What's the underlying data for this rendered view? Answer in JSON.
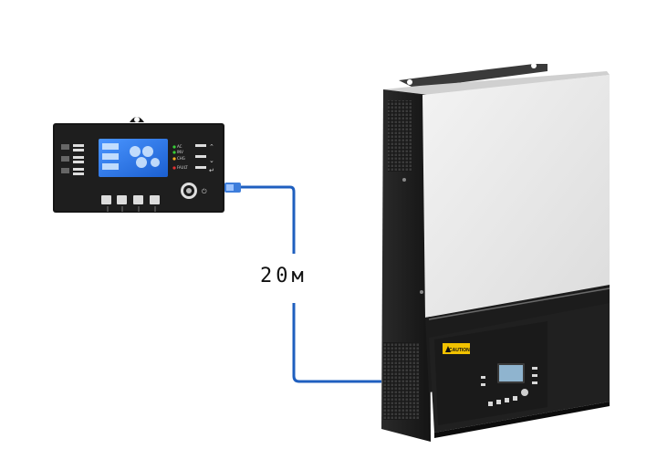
{
  "cable": {
    "length_label": "20м",
    "color": "#1f5fbf"
  },
  "inverter": {
    "caution_label": "CAUTION",
    "body_color": "#ececec",
    "frame_color": "#1c1c1c"
  },
  "remote_panel": {
    "indicator_labels": [
      "AC",
      "INV",
      "CHG",
      "FAULT"
    ],
    "lcd_color": "#2f7fe6"
  }
}
